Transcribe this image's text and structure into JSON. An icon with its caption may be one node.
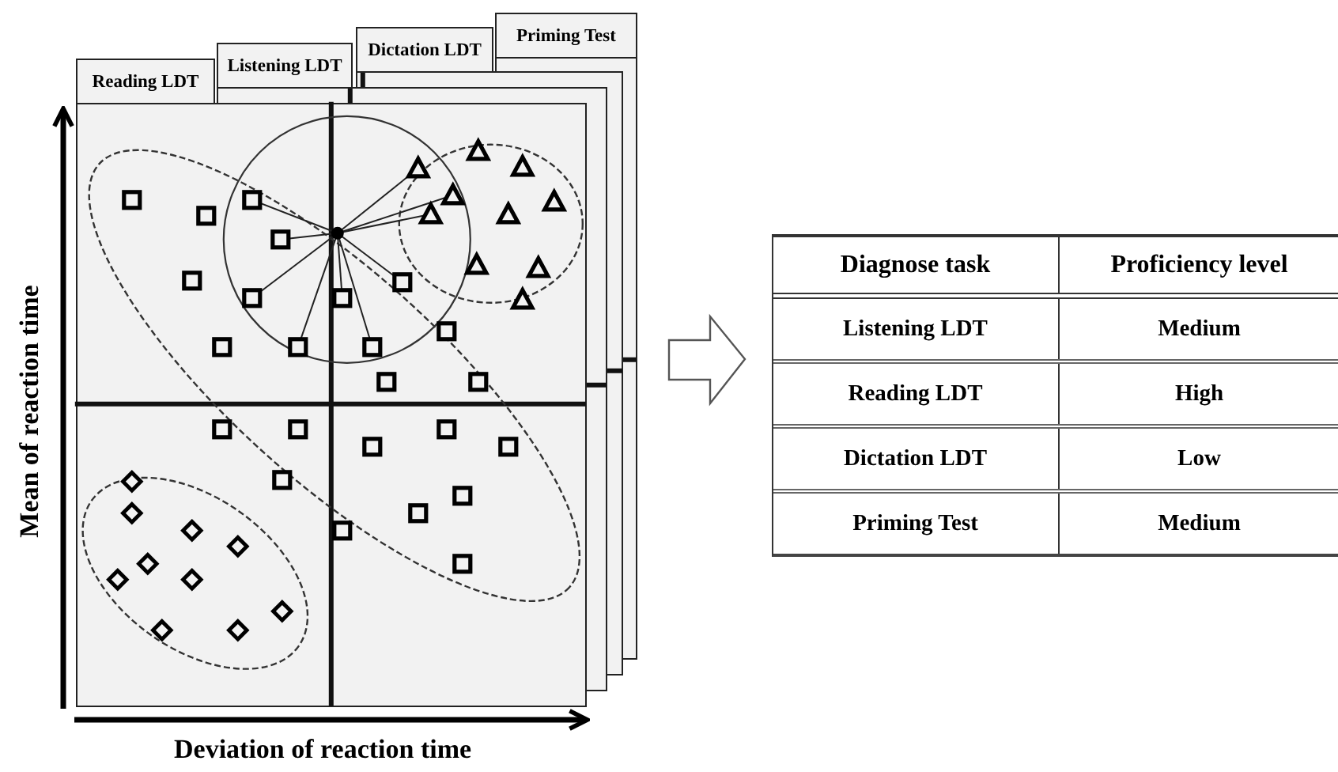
{
  "diagram": {
    "nodes": [
      {
        "text": [
          "Reading LDT"
        ]
      },
      {
        "text": [
          "Listening LDT"
        ]
      },
      {
        "text": [
          "Dictation LDT"
        ]
      },
      {
        "text": [
          "Priming Test"
        ]
      }
    ],
    "labels": [
      "Mean of reaction time",
      "Deviation of reaction time",
      "Diagnose task",
      "Proficiency level",
      "Listening LDT",
      "Medium",
      "Reading LDT",
      "High",
      "Dictation LDT",
      "Low",
      "Priming Test",
      "Medium"
    ]
  }
}
